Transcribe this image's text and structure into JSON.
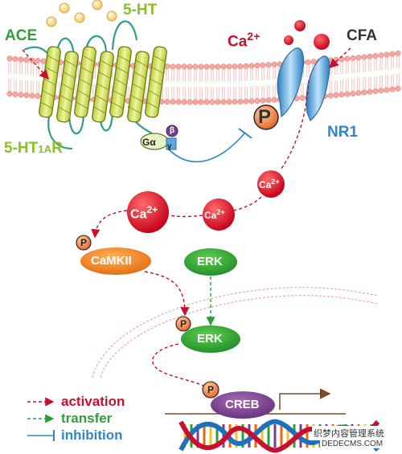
{
  "labels": {
    "ace": "ACE",
    "ht": "5-HT",
    "ht1a": "5-HT1AR",
    "cfa": "CFA",
    "ca_top": "Ca2+",
    "nr1": "NR1",
    "g_alpha": "Gα",
    "g_beta": "β",
    "g_gamma": "γ",
    "p": "P",
    "ca_ion": "Ca2+",
    "camkii": "CaMKII",
    "erk": "ERK",
    "creb": "CREB"
  },
  "legend": {
    "activation": "activation",
    "transfer": "transfer",
    "inhibition": "inhibition"
  },
  "watermark": {
    "line1": "织梦内容管理系统",
    "line2": "DEDECMS.COM"
  },
  "colors": {
    "activation": "#c8102e",
    "transfer": "#2e9e3a",
    "inhibition": "#2e86c8",
    "membrane": "#f2a7a0",
    "receptor_fill": "#d4e157",
    "camkii": "#ef7d1a",
    "erk": "#2e9e3a",
    "creb": "#7a3d8c"
  }
}
